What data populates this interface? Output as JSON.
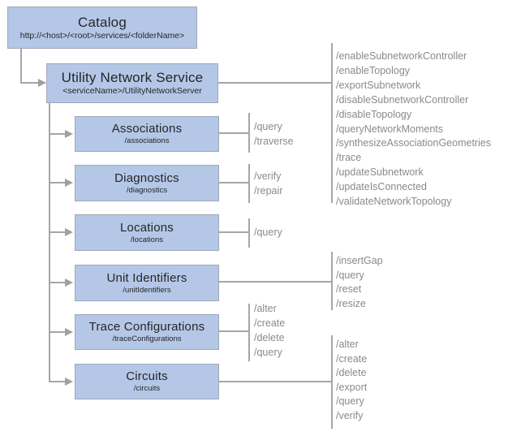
{
  "catalog": {
    "title": "Catalog",
    "subtitle": "http://<host>/<root>/services/<folderName>"
  },
  "service": {
    "title": "Utility Network Service",
    "subtitle": "<serviceName>/UtilityNetworkServer",
    "ops": [
      "/enableSubnetworkController",
      "/enableTopology",
      "/exportSubnetwork",
      "/disableSubnetworkController",
      "/disableTopology",
      "/queryNetworkMoments",
      "/synthesizeAssociationGeometries",
      "/trace",
      "/updateSubnetwork",
      "/updateIsConnected",
      "/validateNetworkTopology"
    ]
  },
  "resources": [
    {
      "title": "Associations",
      "subtitle": "/associations",
      "ops": [
        "/query",
        "/traverse"
      ]
    },
    {
      "title": "Diagnostics",
      "subtitle": "/diagnostics",
      "ops": [
        "/verify",
        "/repair"
      ]
    },
    {
      "title": "Locations",
      "subtitle": "/locations",
      "ops": [
        "/query"
      ]
    },
    {
      "title": "Unit Identifiers",
      "subtitle": "/unitIdentifiers",
      "ops": [
        "/insertGap",
        "/query",
        "/reset",
        "/resize"
      ]
    },
    {
      "title": "Trace Configurations",
      "subtitle": "/traceConfigurations",
      "ops": [
        "/alter",
        "/create",
        "/delete",
        "/query"
      ]
    },
    {
      "title": "Circuits",
      "subtitle": "/circuits",
      "ops": [
        "/alter",
        "/create",
        "/delete",
        "/export",
        "/query",
        "/verify"
      ]
    }
  ],
  "colors": {
    "box_fill": "#b4c7e7",
    "box_border": "#9fa8b8",
    "connector_line": "#a6a6a6",
    "ops_text": "#8a8a8a",
    "title_text": "#262626",
    "background": "#ffffff"
  }
}
